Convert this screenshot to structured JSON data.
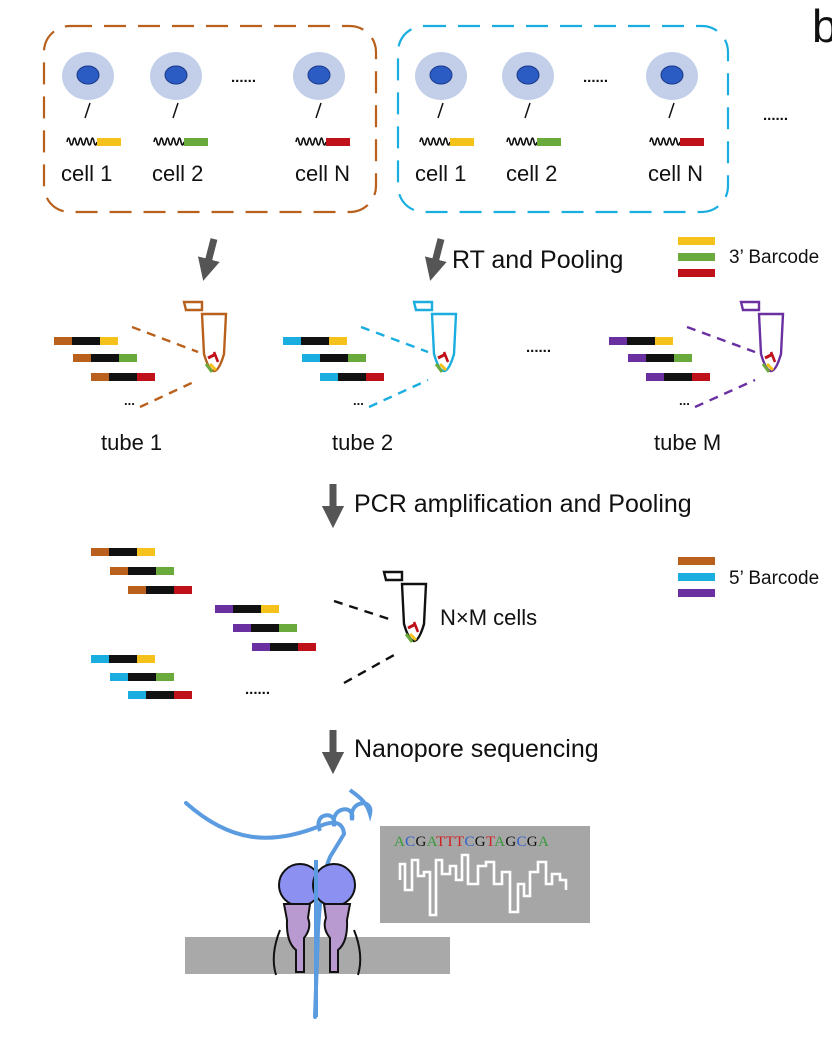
{
  "panel_letter": "b",
  "colors": {
    "orange": "#b8601c",
    "cyan": "#1aaee0",
    "purple": "#6a2fa0",
    "yellow": "#f5c21b",
    "green": "#6aaa3c",
    "red": "#c0101a",
    "black": "#111111",
    "cell_fill": "#c3cfe9",
    "nucleus": "#2b5cc4",
    "arrow": "#555555",
    "pore_top": "#8c90f0",
    "pore_bottom": "#b89ad0",
    "dna": "#5b9be0",
    "membrane": "#a9a9a9",
    "trace_bg": "#a6a6a6"
  },
  "groups": [
    {
      "color": "orange",
      "cells": [
        "cell 1",
        "cell 2",
        "cell N"
      ],
      "ellipsis": "......"
    },
    {
      "color": "cyan",
      "cells": [
        "cell 1",
        "cell 2",
        "cell N"
      ],
      "ellipsis": "......"
    }
  ],
  "groups_ellipsis": "......",
  "step1_label": "RT and Pooling",
  "legend3": {
    "label": "3’ Barcode",
    "colors": [
      "yellow",
      "green",
      "red"
    ]
  },
  "tubes": [
    {
      "label": "tube 1",
      "color": "orange"
    },
    {
      "label": "tube 2",
      "color": "cyan"
    },
    {
      "label": "tube M",
      "color": "purple"
    }
  ],
  "tubes_ellipsis": "......",
  "read_dots": "...",
  "step2_label": "PCR amplification and Pooling",
  "legend5": {
    "label": "5’ Barcode",
    "colors": [
      "orange",
      "cyan",
      "purple"
    ]
  },
  "pool_label": "N×M cells",
  "pool_ellipsis": "......",
  "step3_label": "Nanopore sequencing",
  "sequence": [
    {
      "b": "A",
      "c": "#3a9a3a"
    },
    {
      "b": "C",
      "c": "#2e5fcf"
    },
    {
      "b": "G",
      "c": "#111111"
    },
    {
      "b": "A",
      "c": "#3a9a3a"
    },
    {
      "b": "T",
      "c": "#d02020"
    },
    {
      "b": "T",
      "c": "#d02020"
    },
    {
      "b": "T",
      "c": "#d02020"
    },
    {
      "b": "C",
      "c": "#2e5fcf"
    },
    {
      "b": "G",
      "c": "#111111"
    },
    {
      "b": "T",
      "c": "#d02020"
    },
    {
      "b": "A",
      "c": "#3a9a3a"
    },
    {
      "b": "G",
      "c": "#111111"
    },
    {
      "b": "C",
      "c": "#2e5fcf"
    },
    {
      "b": "G",
      "c": "#111111"
    },
    {
      "b": "A",
      "c": "#3a9a3a"
    }
  ]
}
